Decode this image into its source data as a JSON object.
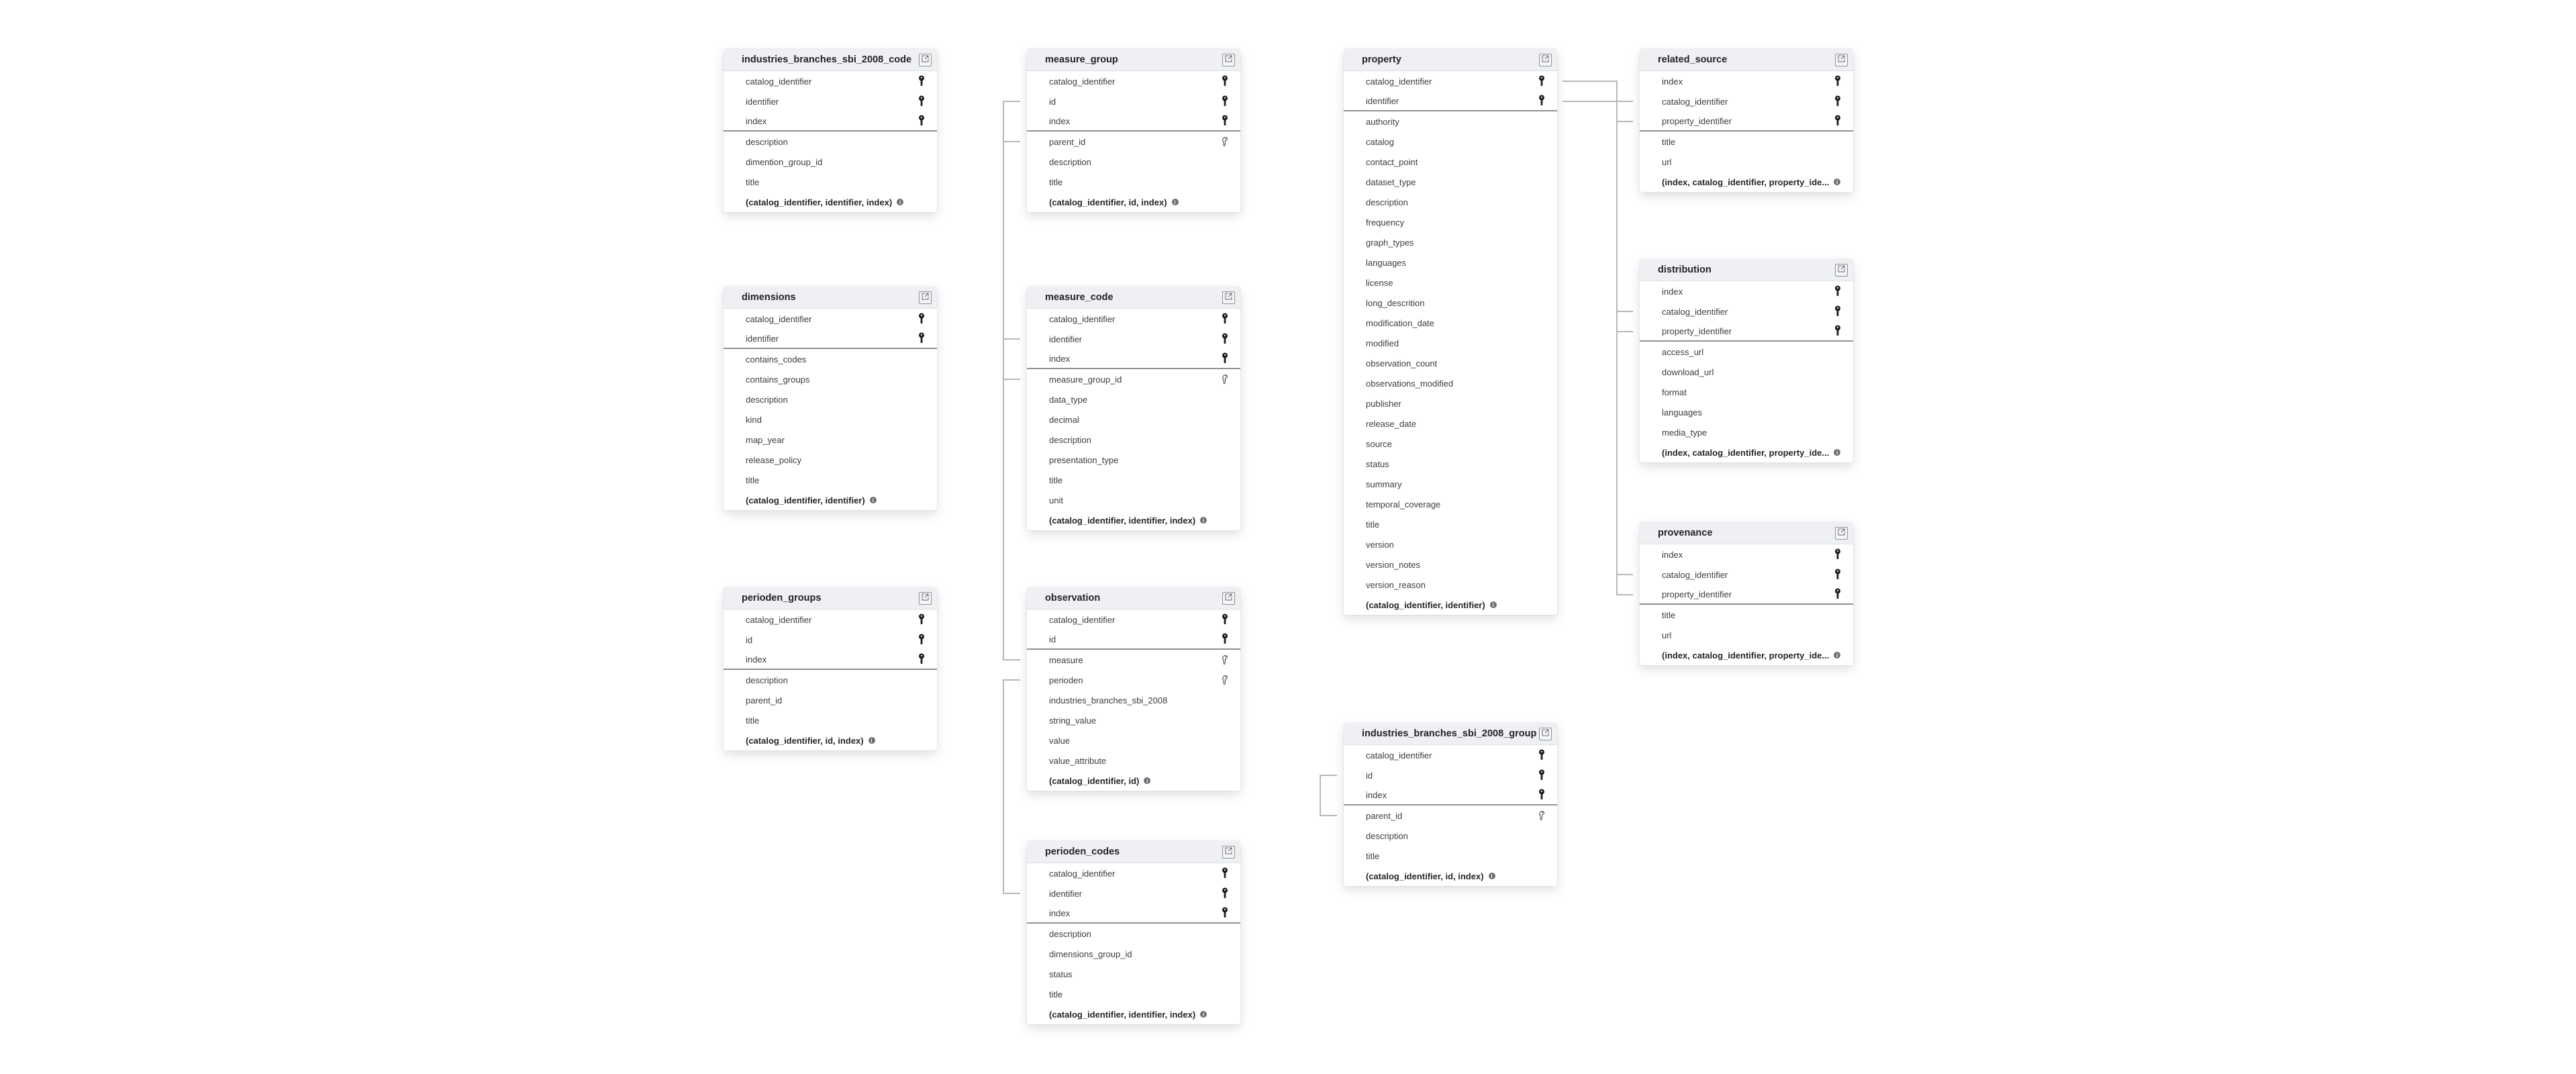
{
  "tables": [
    {
      "id": "t-ibs-code",
      "name": "industries_branches_sbi_2008_code",
      "rows": [
        {
          "n": "catalog_identifier",
          "k": "pk"
        },
        {
          "n": "identifier",
          "k": "pk"
        },
        {
          "n": "index",
          "k": "pk"
        },
        {
          "n": "description"
        },
        {
          "n": "dimention_group_id"
        },
        {
          "n": "title"
        }
      ],
      "constraint": "(catalog_identifier, identifier, index)"
    },
    {
      "id": "t-measure-group",
      "name": "measure_group",
      "rows": [
        {
          "n": "catalog_identifier",
          "k": "pk"
        },
        {
          "n": "id",
          "k": "pk"
        },
        {
          "n": "index",
          "k": "pk"
        },
        {
          "n": "parent_id",
          "k": "fk"
        },
        {
          "n": "description"
        },
        {
          "n": "title"
        }
      ],
      "constraint": "(catalog_identifier, id, index)"
    },
    {
      "id": "t-property",
      "name": "property",
      "rows": [
        {
          "n": "catalog_identifier",
          "k": "pk"
        },
        {
          "n": "identifier",
          "k": "pk"
        },
        {
          "n": "authority"
        },
        {
          "n": "catalog"
        },
        {
          "n": "contact_point"
        },
        {
          "n": "dataset_type"
        },
        {
          "n": "description"
        },
        {
          "n": "frequency"
        },
        {
          "n": "graph_types"
        },
        {
          "n": "languages"
        },
        {
          "n": "license"
        },
        {
          "n": "long_descrition"
        },
        {
          "n": "modification_date"
        },
        {
          "n": "modified"
        },
        {
          "n": "observation_count"
        },
        {
          "n": "observations_modified"
        },
        {
          "n": "publisher"
        },
        {
          "n": "release_date"
        },
        {
          "n": "source"
        },
        {
          "n": "status"
        },
        {
          "n": "summary"
        },
        {
          "n": "temporal_coverage"
        },
        {
          "n": "title"
        },
        {
          "n": "version"
        },
        {
          "n": "version_notes"
        },
        {
          "n": "version_reason"
        }
      ],
      "constraint": "(catalog_identifier, identifier)"
    },
    {
      "id": "t-related-source",
      "name": "related_source",
      "rows": [
        {
          "n": "index",
          "k": "pk"
        },
        {
          "n": "catalog_identifier",
          "k": "pk"
        },
        {
          "n": "property_identifier",
          "k": "pk"
        },
        {
          "n": "title"
        },
        {
          "n": "url"
        }
      ],
      "constraint": "(index, catalog_identifier, property_ide..."
    },
    {
      "id": "t-dimensions",
      "name": "dimensions",
      "rows": [
        {
          "n": "catalog_identifier",
          "k": "pk"
        },
        {
          "n": "identifier",
          "k": "pk"
        },
        {
          "n": "contains_codes"
        },
        {
          "n": "contains_groups"
        },
        {
          "n": "description"
        },
        {
          "n": "kind"
        },
        {
          "n": "map_year"
        },
        {
          "n": "release_policy"
        },
        {
          "n": "title"
        }
      ],
      "constraint": "(catalog_identifier, identifier)"
    },
    {
      "id": "t-measure-code",
      "name": "measure_code",
      "rows": [
        {
          "n": "catalog_identifier",
          "k": "pk"
        },
        {
          "n": "identifier",
          "k": "pk"
        },
        {
          "n": "index",
          "k": "pk"
        },
        {
          "n": "measure_group_id",
          "k": "fk"
        },
        {
          "n": "data_type"
        },
        {
          "n": "decimal"
        },
        {
          "n": "description"
        },
        {
          "n": "presentation_type"
        },
        {
          "n": "title"
        },
        {
          "n": "unit"
        }
      ],
      "constraint": "(catalog_identifier, identifier, index)"
    },
    {
      "id": "t-distribution",
      "name": "distribution",
      "rows": [
        {
          "n": "index",
          "k": "pk"
        },
        {
          "n": "catalog_identifier",
          "k": "pk"
        },
        {
          "n": "property_identifier",
          "k": "pk"
        },
        {
          "n": "access_url"
        },
        {
          "n": "download_url"
        },
        {
          "n": "format"
        },
        {
          "n": "languages"
        },
        {
          "n": "media_type"
        }
      ],
      "constraint": "(index, catalog_identifier, property_ide..."
    },
    {
      "id": "t-provenance",
      "name": "provenance",
      "rows": [
        {
          "n": "index",
          "k": "pk"
        },
        {
          "n": "catalog_identifier",
          "k": "pk"
        },
        {
          "n": "property_identifier",
          "k": "pk"
        },
        {
          "n": "title"
        },
        {
          "n": "url"
        }
      ],
      "constraint": "(index, catalog_identifier, property_ide..."
    },
    {
      "id": "t-perioden-groups",
      "name": "perioden_groups",
      "rows": [
        {
          "n": "catalog_identifier",
          "k": "pk"
        },
        {
          "n": "id",
          "k": "pk"
        },
        {
          "n": "index",
          "k": "pk"
        },
        {
          "n": "description"
        },
        {
          "n": "parent_id"
        },
        {
          "n": "title"
        }
      ],
      "constraint": "(catalog_identifier, id, index)"
    },
    {
      "id": "t-observation",
      "name": "observation",
      "rows": [
        {
          "n": "catalog_identifier",
          "k": "pk"
        },
        {
          "n": "id",
          "k": "pk"
        },
        {
          "n": "measure",
          "k": "fk"
        },
        {
          "n": "perioden",
          "k": "fk"
        },
        {
          "n": "industries_branches_sbi_2008"
        },
        {
          "n": "string_value"
        },
        {
          "n": "value"
        },
        {
          "n": "value_attribute"
        }
      ],
      "constraint": "(catalog_identifier, id)"
    },
    {
      "id": "t-ibs-group",
      "name": "industries_branches_sbi_2008_group",
      "rows": [
        {
          "n": "catalog_identifier",
          "k": "pk"
        },
        {
          "n": "id",
          "k": "pk"
        },
        {
          "n": "index",
          "k": "pk"
        },
        {
          "n": "parent_id",
          "k": "fk"
        },
        {
          "n": "description"
        },
        {
          "n": "title"
        }
      ],
      "constraint": "(catalog_identifier, id, index)"
    },
    {
      "id": "t-perioden-codes",
      "name": "perioden_codes",
      "rows": [
        {
          "n": "catalog_identifier",
          "k": "pk"
        },
        {
          "n": "identifier",
          "k": "pk"
        },
        {
          "n": "index",
          "k": "pk"
        },
        {
          "n": "description"
        },
        {
          "n": "dimensions_group_id"
        },
        {
          "n": "status"
        },
        {
          "n": "title"
        }
      ],
      "constraint": "(catalog_identifier, identifier, index)"
    }
  ],
  "info_glyph": "i",
  "colors": {
    "link": "#b4b8bf",
    "header_bg": "#eef0f3",
    "pk_separator": "#8d929a"
  }
}
